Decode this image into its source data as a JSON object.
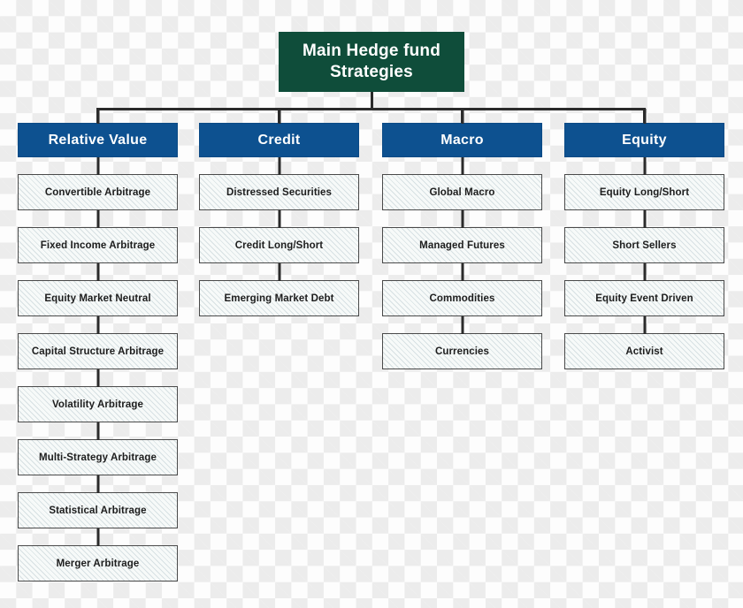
{
  "diagram": {
    "root": {
      "label": "Main Hedge fund Strategies",
      "color": "#0f4d3a",
      "text_color": "#ffffff"
    },
    "header_color": "#0d5190",
    "header_text_color": "#ffffff",
    "leaf_border_color": "#4a4a4a",
    "leaf_fill": "#f7faf9",
    "connector_color": "#2b2b2b",
    "columns": [
      {
        "header": "Relative Value",
        "items": [
          "Convertible Arbitrage",
          "Fixed Income Arbitrage",
          "Equity Market Neutral",
          "Capital Structure Arbitrage",
          "Volatility Arbitrage",
          "Multi-Strategy Arbitrage",
          "Statistical Arbitrage",
          "Merger Arbitrage"
        ]
      },
      {
        "header": "Credit",
        "items": [
          "Distressed Securities",
          "Credit Long/Short",
          "Emerging Market Debt"
        ]
      },
      {
        "header": "Macro",
        "items": [
          "Global Macro",
          "Managed Futures",
          "Commodities",
          "Currencies"
        ]
      },
      {
        "header": "Equity",
        "items": [
          "Equity Long/Short",
          "Short Sellers",
          "Equity Event Driven",
          "Activist"
        ]
      }
    ]
  }
}
